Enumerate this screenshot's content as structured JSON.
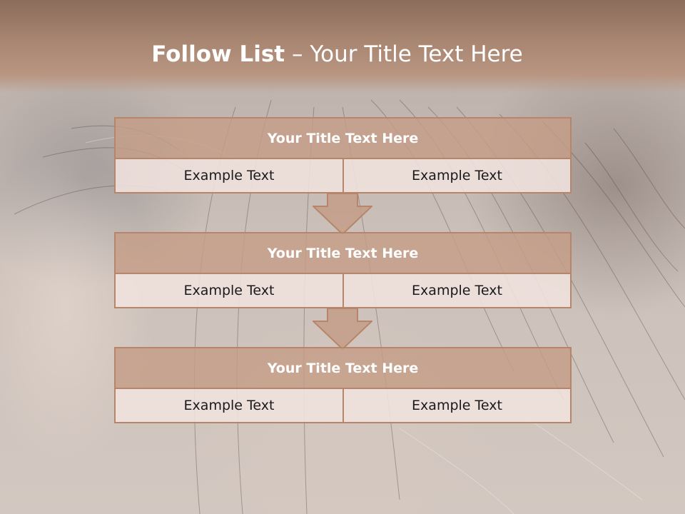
{
  "slide": {
    "title_bold": "Follow List",
    "title_rest": " – Your Title Text Here"
  },
  "blocks": [
    {
      "title": "Your Title Text Here",
      "left": "Example Text",
      "right": "Example Text"
    },
    {
      "title": "Your Title Text Here",
      "left": "Example Text",
      "right": "Example Text"
    },
    {
      "title": "Your Title Text Here",
      "left": "Example Text",
      "right": "Example Text"
    }
  ],
  "colors": {
    "header": "#a98672",
    "block_title_fill": "#c49e88",
    "cell_fill": "#f0e2de",
    "border": "#b7866a"
  }
}
